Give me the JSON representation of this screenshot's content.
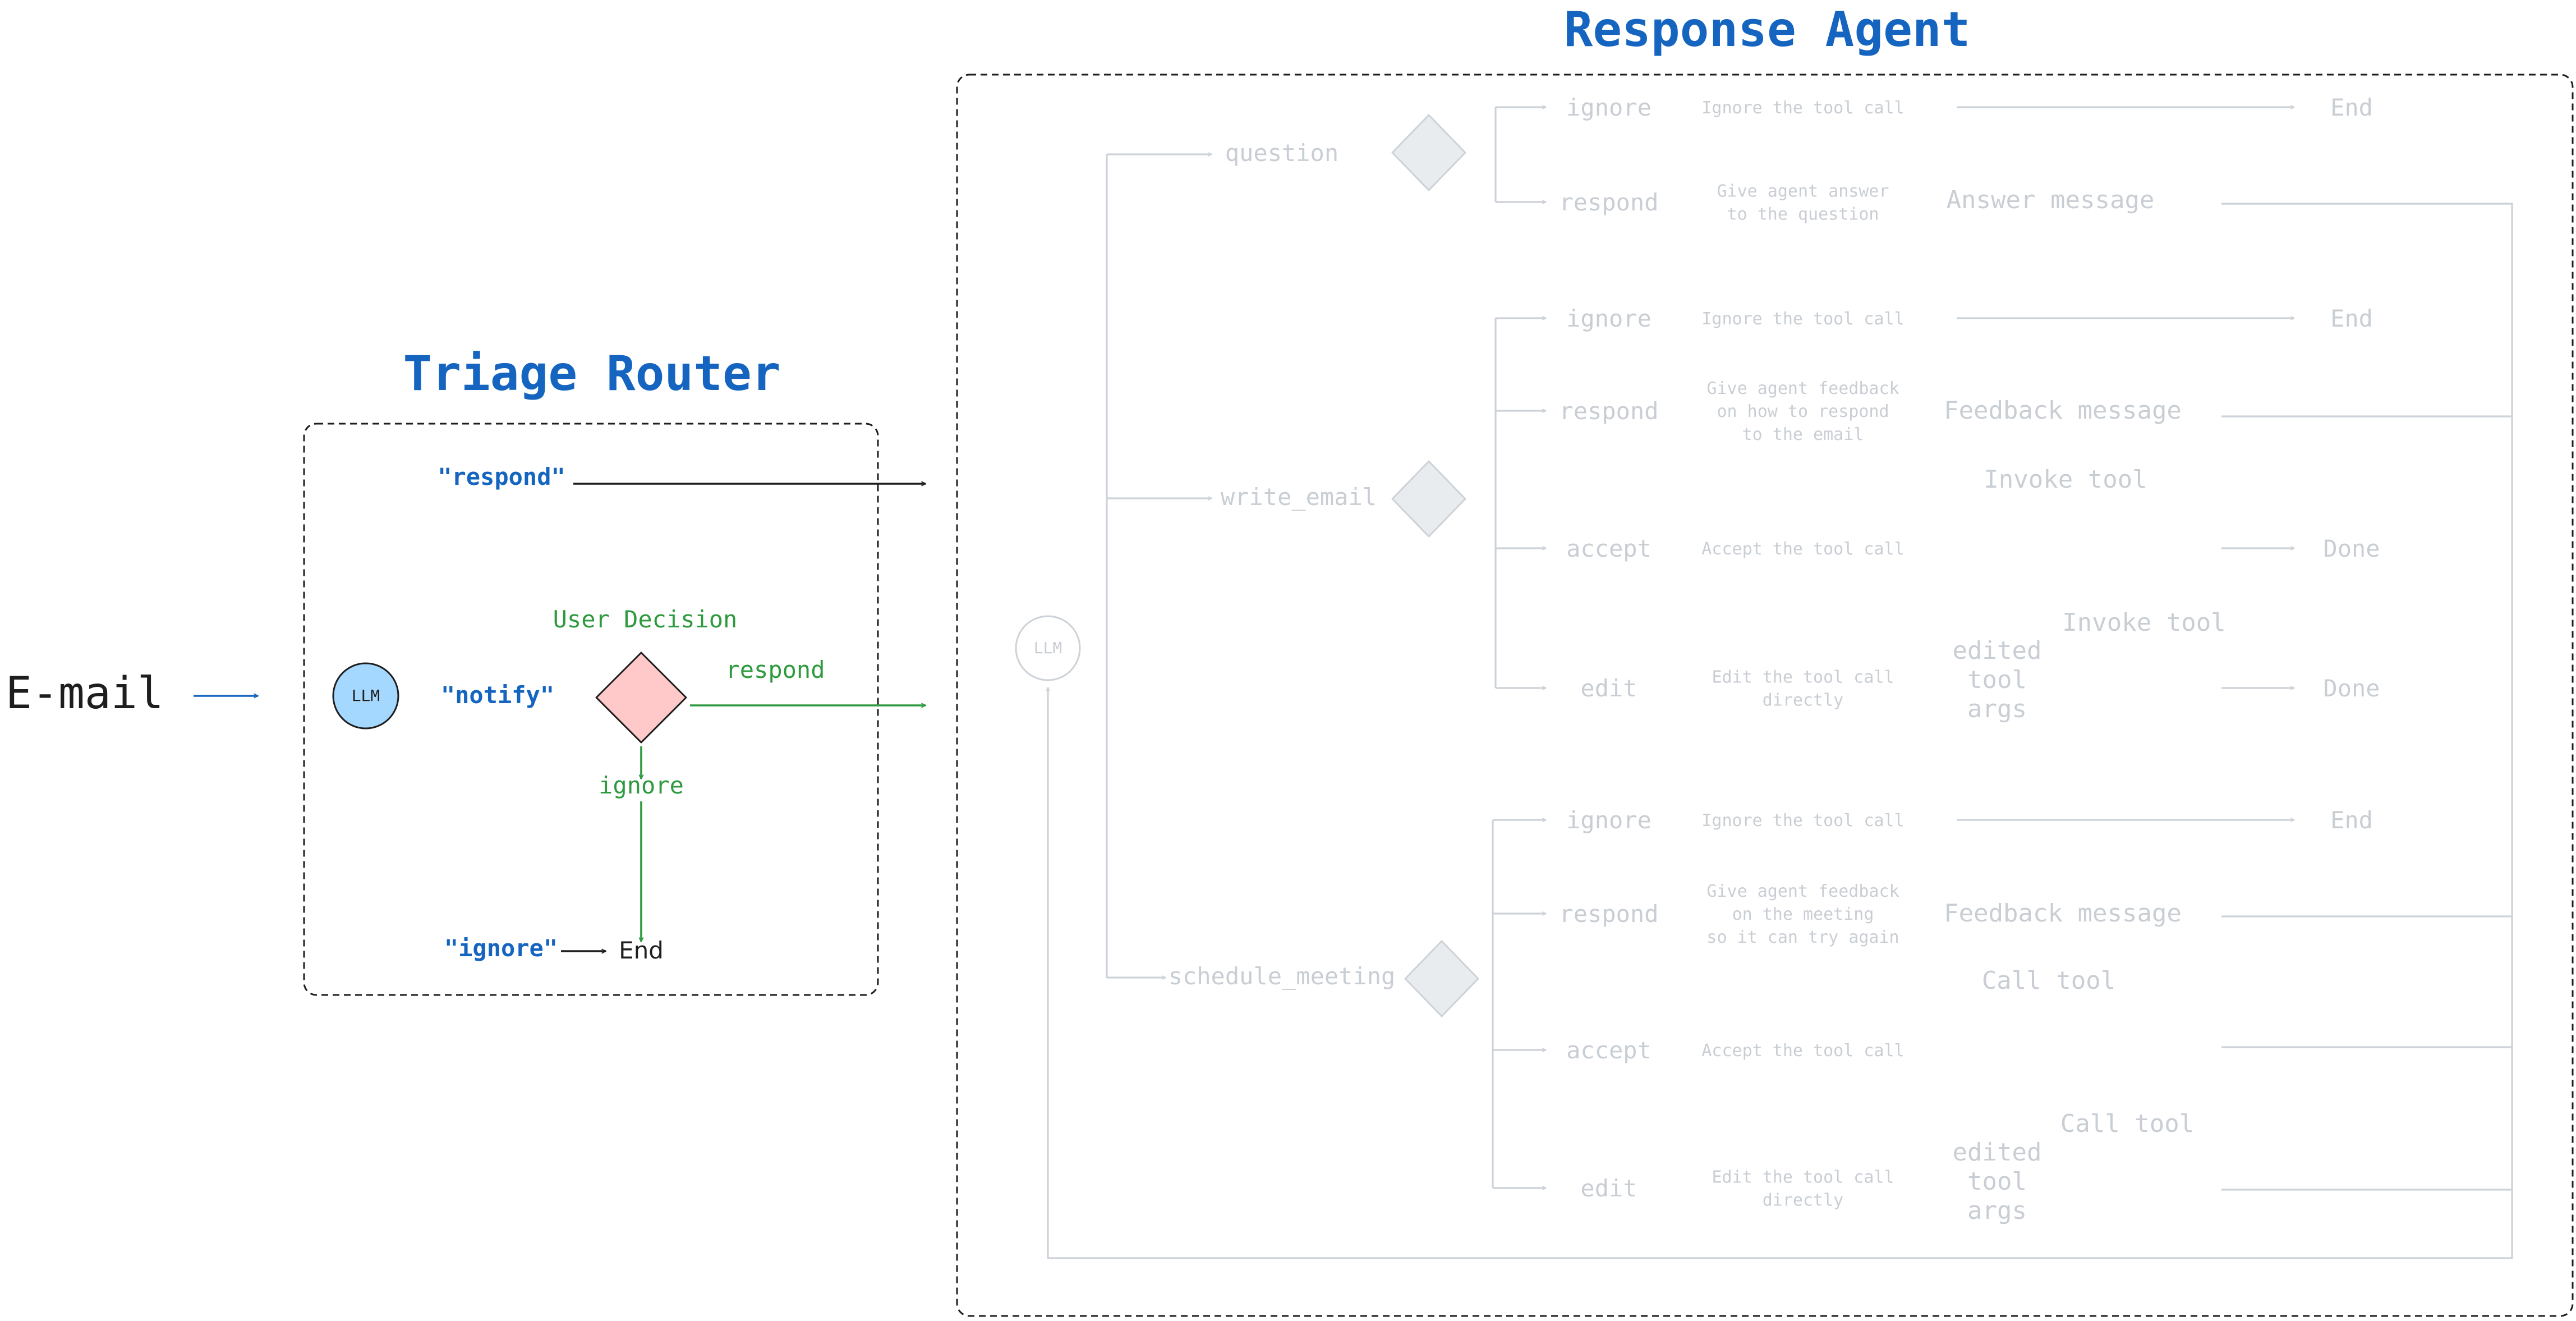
{
  "titles": {
    "triage_router": "Triage Router",
    "response_agent": "Response Agent"
  },
  "input": {
    "label": "E-mail"
  },
  "triage": {
    "llm_label": "LLM",
    "respond_output": "\"respond\"",
    "notify_output": "\"notify\"",
    "ignore_output": "\"ignore\"",
    "user_decision": "User Decision",
    "decision_respond": "respond",
    "decision_ignore": "ignore",
    "end": "End"
  },
  "response_agent": {
    "llm_label": "LLM",
    "tools": [
      {
        "name": "question",
        "options": [
          {
            "action": "ignore",
            "description": [
              "Ignore the tool call"
            ],
            "result": "",
            "terminal": "End"
          },
          {
            "action": "respond",
            "description": [
              "Give agent answer",
              "to the question"
            ],
            "result": "Answer message",
            "terminal": ""
          }
        ]
      },
      {
        "name": "write_email",
        "options": [
          {
            "action": "ignore",
            "description": [
              "Ignore the tool call"
            ],
            "result": "",
            "terminal": "End"
          },
          {
            "action": "respond",
            "description": [
              "Give agent feedback",
              "on how to respond",
              "to the email"
            ],
            "result": "Feedback message",
            "terminal": ""
          },
          {
            "action": "accept",
            "description": [
              "Accept the tool call"
            ],
            "result": "Invoke tool",
            "terminal": "Done"
          },
          {
            "action": "edit",
            "description": [
              "Edit the tool call",
              "directly"
            ],
            "result": "Invoke tool",
            "result_args": [
              "edited",
              "tool",
              "args"
            ],
            "terminal": "Done"
          }
        ]
      },
      {
        "name": "schedule_meeting",
        "options": [
          {
            "action": "ignore",
            "description": [
              "Ignore the tool call"
            ],
            "result": "",
            "terminal": "End"
          },
          {
            "action": "respond",
            "description": [
              "Give agent feedback",
              "on the meeting",
              "so it can try again"
            ],
            "result": "Feedback message",
            "terminal": ""
          },
          {
            "action": "accept",
            "description": [
              "Accept the tool call"
            ],
            "result": "Call tool",
            "terminal": ""
          },
          {
            "action": "edit",
            "description": [
              "Edit the tool call",
              "directly"
            ],
            "result": "Call tool",
            "result_args": [
              "edited",
              "tool",
              "args"
            ],
            "terminal": ""
          }
        ]
      }
    ]
  },
  "colors": {
    "title_blue": "#1565c0",
    "decision_green": "#2e9a3e",
    "faint_gray": "#c9ced4",
    "llm_fill": "#a5d8ff",
    "diamond_fill": "#ffc9c9"
  }
}
